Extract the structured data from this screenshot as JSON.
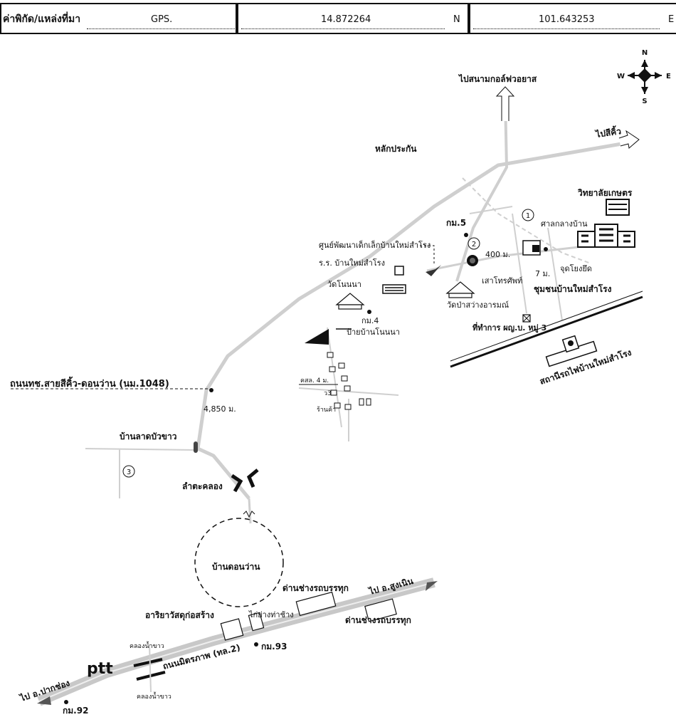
{
  "header": {
    "label": "ค่าพิกัด/แหล่งที่มา",
    "source": "GPS.",
    "lat": "14.872264",
    "lat_dir": "N",
    "lon": "101.643253",
    "lon_dir": "E"
  },
  "compass": {
    "n": "N",
    "s": "S",
    "e": "E",
    "w": "W"
  },
  "labels": {
    "to_golf": "ไปสนามกอล์ฟวอยาส",
    "to_sikhio": "ไปสีคิ้ว",
    "lak_prakan": "หลักประกัน",
    "college": "วิทยาลัยเกษตร",
    "shrine": "ศาลกลางบ้าน",
    "km5": "กม.5",
    "dist_400": "400 ม.",
    "dist_7": "7 ม.",
    "jud_gong": "จุดโยงยึด",
    "child_center": "ศูนย์พัฒนาเด็กเล็กบ้านใหม่สำโรง",
    "school": "ร.ร. บ้านใหม่สำโรง",
    "telecom": "เสาโทรศัพท์",
    "community": "ชุมชนบ้านใหม่สำโรง",
    "wat_nonna": "วัดโนนนา",
    "wat_pa": "วัดป่าสว่างอารมณ์",
    "km4": "กม.4",
    "office": "ที่ทำการ ผญ.บ. หมู่ 3",
    "sign_nonna": "ป้ายบ้านโนนนา",
    "station": "สถานีรถไฟบ้านใหม่สำโรง",
    "road_1048": "ถนนทช.สายสีคิ้ว-ดอนว่าน (นม.1048)",
    "canal_4m": "คสล. 4 ม.",
    "w3": "ว3",
    "shop": "ร้านค้า",
    "dist_4850": "4,850 ม.",
    "lad_bua_khao": "บ้านลาดบัวขาว",
    "lam_ta_khlong": "ลำตะคลอง",
    "don_wan": "บ้านดอนว่าน",
    "truck_shop_1": "ด่านช่างรถบรรทุก",
    "truck_shop_2": "ด่านช่างรถบรรทุก",
    "to_sung_noen": "ไป อ.สูงเนิน",
    "ariya": "อาริยาวัสดุก่อสร้าง",
    "kai_yang": "ไก่ย่างท่าช้าง",
    "canal_top": "คลองน้ำขาว",
    "canal_bottom": "คลองน้ำขาว",
    "ptt": "ptt",
    "mittraphap": "ถนนมิตรภาพ (ทล.2)",
    "km93": "กม.93",
    "to_pak_chong": "ไป อ.ปากช่อง",
    "km92": "กม.92",
    "num1": "1",
    "num2": "2",
    "num3": "3"
  },
  "colors": {
    "ink": "#111111",
    "road": "#cfcfcf"
  }
}
